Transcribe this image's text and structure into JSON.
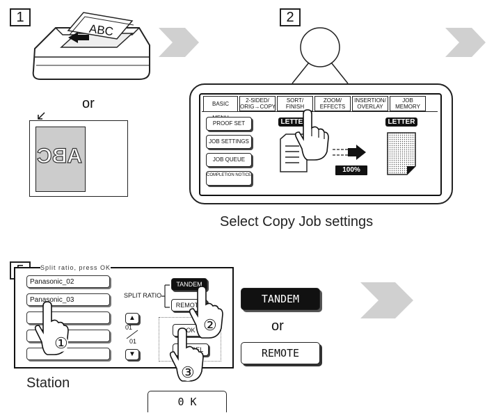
{
  "step1": {
    "number": "1",
    "doc_text": "ABC",
    "or_text": "or",
    "glass_text": "ABC"
  },
  "step2": {
    "number": "2",
    "tabs": [
      "BASIC MENU",
      "2-SIDED/ ORIG→COPY",
      "SORT/ FINISH",
      "ZOOM/ EFFECTS",
      "INSERTION/ OVERLAY",
      "JOB MEMORY"
    ],
    "side_buttons": [
      "PROOF SET",
      "JOB SETTINGS",
      "JOB QUEUE",
      "COMPLETION NOTICE"
    ],
    "paper_left": "LETTER",
    "paper_right": "LETTER",
    "zoom": "100%",
    "caption": "Select Copy Job settings"
  },
  "step5": {
    "number": "5",
    "header_text": "Split ratio, press OK",
    "stations": [
      "Panasonic_02",
      "Panasonic_03",
      "",
      "",
      ""
    ],
    "split_label": "SPLIT RATIO",
    "tandem_small": "TANDEM",
    "remote_small": "REMOTE",
    "ok_small": "OK",
    "cancel_small": "CANCEL",
    "page_top": "01",
    "page_bottom": "01",
    "station_caption": "Station",
    "ok_button": "0 K",
    "tandem_button": "TANDEM",
    "or_text": "or",
    "remote_button": "REMOTE",
    "marks": [
      "①",
      "②",
      "③"
    ]
  }
}
